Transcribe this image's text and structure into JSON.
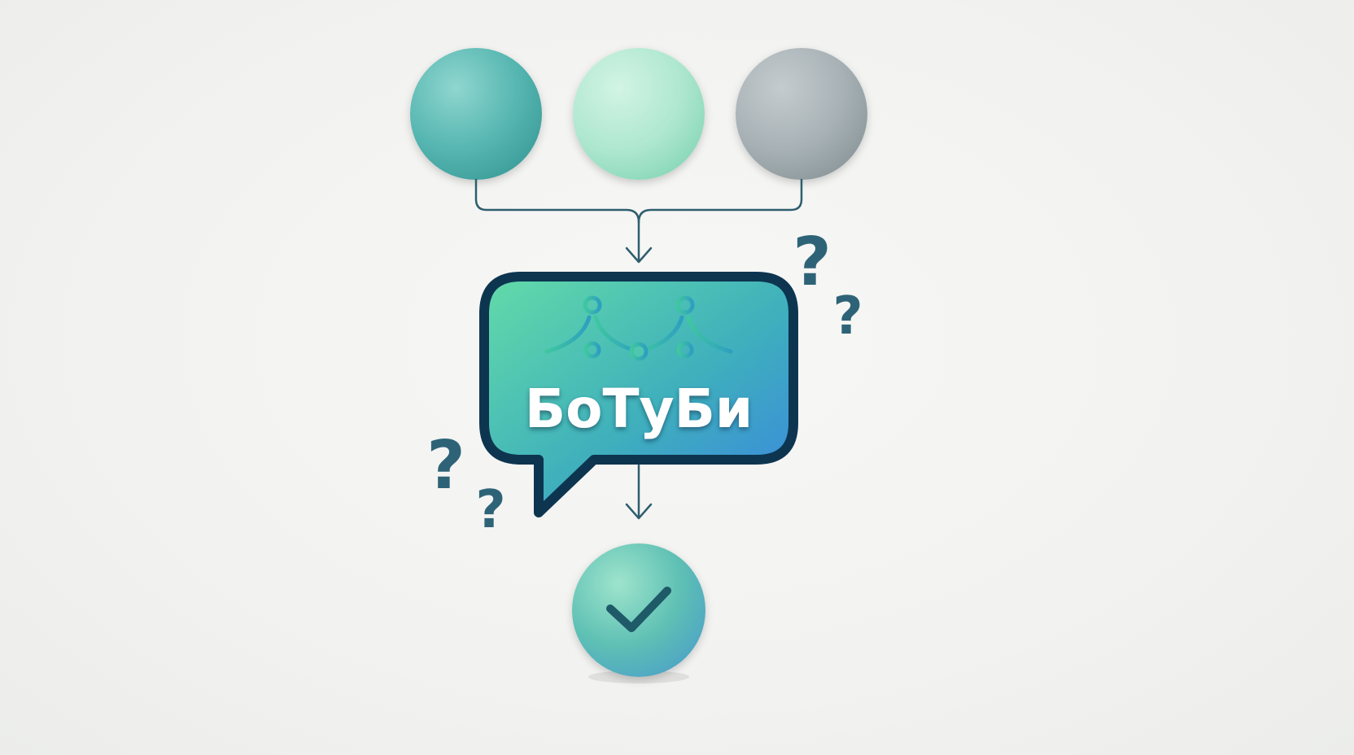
{
  "diagram": {
    "inputs": [
      {
        "name": "teal-sphere",
        "color": "#4fb3ae"
      },
      {
        "name": "mint-sphere",
        "color": "#a9e6cc"
      },
      {
        "name": "gray-sphere",
        "color": "#a3aeb2"
      }
    ],
    "hub": {
      "brand_text": "БоТуБи",
      "logo_icon": "bridge-icon",
      "gradient": [
        "#5fd9a8",
        "#3a8de0"
      ],
      "border_color": "#0d3550"
    },
    "question_marks": [
      "?",
      "?",
      "?",
      "?"
    ],
    "output": {
      "icon": "checkmark-icon",
      "color": "#62c6b4"
    },
    "connector_color": "#2e5e6e"
  }
}
